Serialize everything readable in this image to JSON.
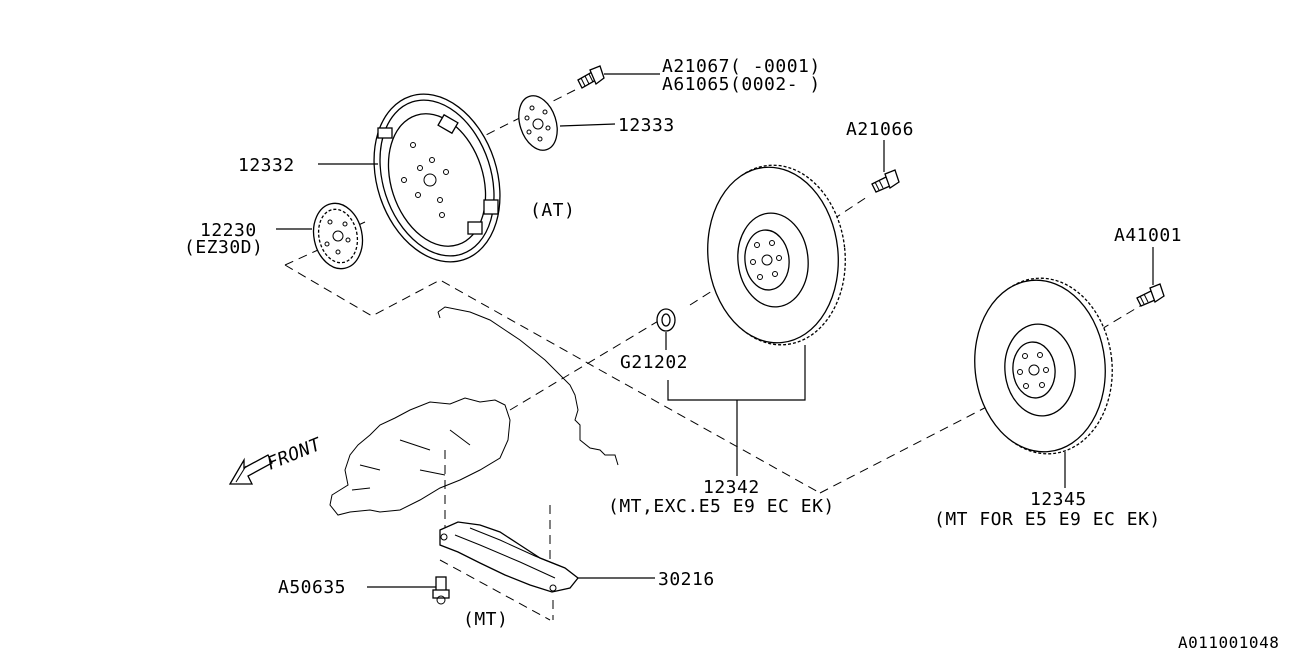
{
  "callouts": {
    "a21067": "A21067(      -0001)",
    "a61065": "A61065(0002-     )",
    "p12333": "12333",
    "p12332": "12332",
    "p12230": "12230",
    "ez30d": "(EZ30D)",
    "at_note": "(AT)",
    "a21066": "A21066",
    "a41001": "A41001",
    "g21202": "G21202",
    "p12342": "12342",
    "mt_exc": "(MT,EXC.E5 E9 EC EK)",
    "p12345": "12345",
    "mt_for": "(MT FOR E5 E9 EC EK)",
    "a50635": "A50635",
    "p30216": "30216",
    "mt_note": "(MT)",
    "front": "FRONT"
  },
  "diagram_id": "A011001048"
}
